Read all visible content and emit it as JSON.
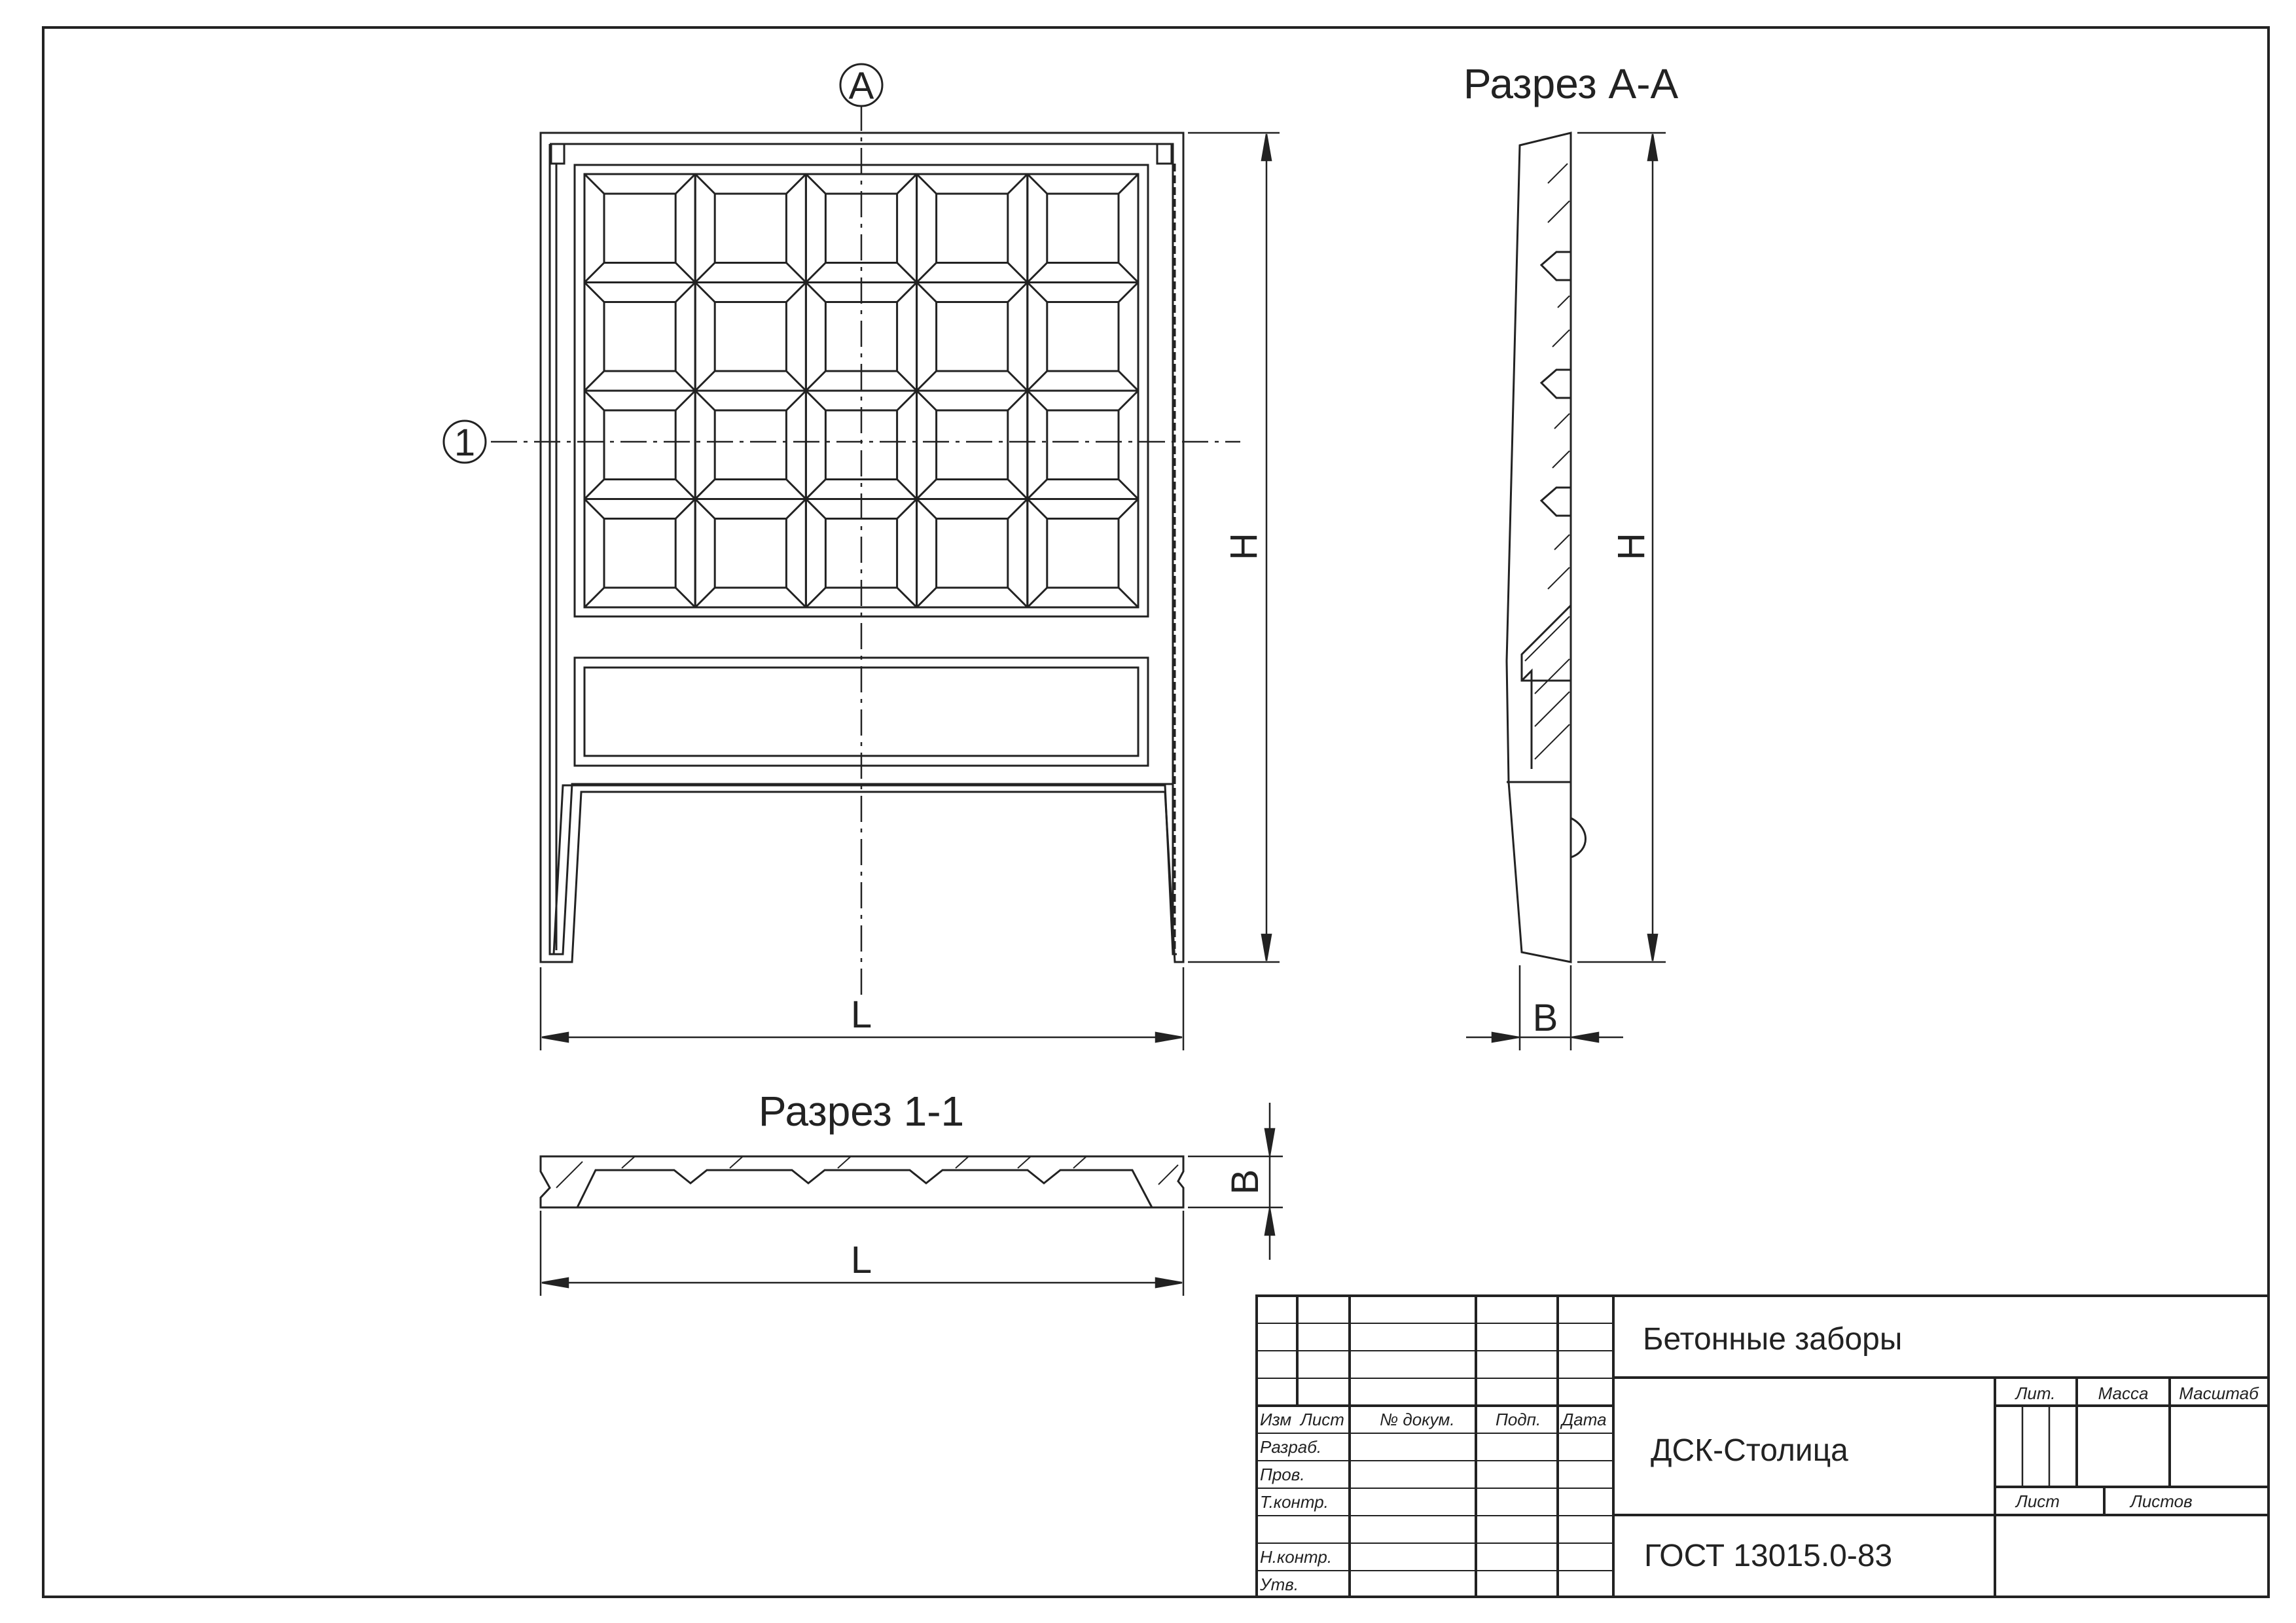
{
  "views": {
    "section_aa_title": "Разрез А-А",
    "section_11_title": "Разрез 1-1",
    "marker_a": "А",
    "marker_1": "1",
    "dim_h_front": "Н",
    "dim_h_side": "Н",
    "dim_l_front": "L",
    "dim_l_section": "L",
    "dim_b_side": "В",
    "dim_b_section": "В"
  },
  "title_block": {
    "name": "Бетонные заборы",
    "organization": "ДСК-Столица",
    "standard": "ГОСТ 13015.0-83",
    "col_izm": "Изм",
    "col_list": "Лист",
    "col_doc": "№ докум.",
    "col_podp": "Подп.",
    "col_data": "Дата",
    "row_razrab": "Разраб.",
    "row_prov": "Пров.",
    "row_tkontr": "Т.контр.",
    "row_nkontr": "Н.контр.",
    "row_utv": "Утв.",
    "lit": "Лит.",
    "massa": "Масса",
    "masshtab": "Масштаб",
    "sheet": "Лист",
    "sheets": "Листов"
  }
}
